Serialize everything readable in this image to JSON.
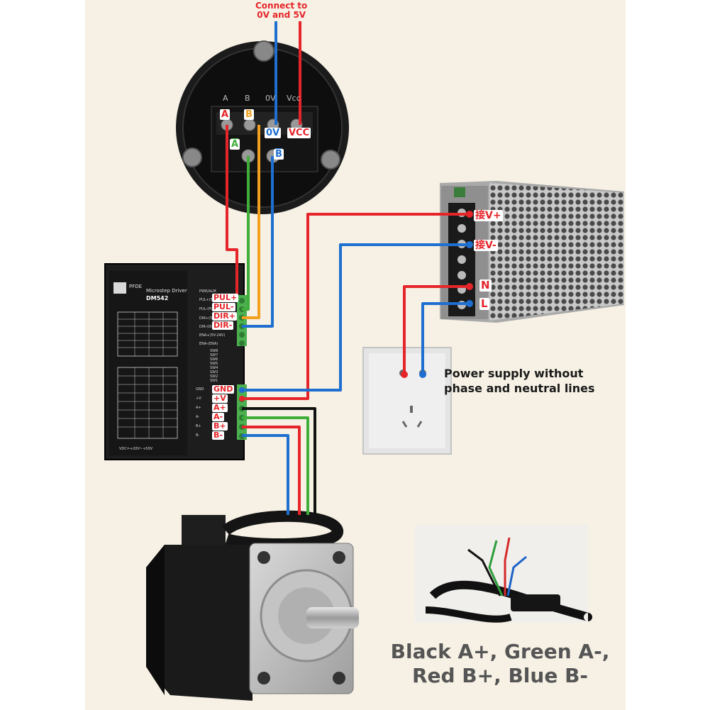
{
  "encoder": {
    "top_note_line1": "Connect to",
    "top_note_line2": "0V and 5V",
    "terminal_labels": [
      "A",
      "B",
      "0V",
      "Vcc"
    ],
    "wire_labels": {
      "a_plus": "A",
      "b_plus": "B",
      "zero_v": "0V",
      "vcc": "VCC",
      "a_minus": "A",
      "b_minus": "B"
    }
  },
  "driver": {
    "brand": "PFDE",
    "title": "Microstep Driver",
    "model": "DM542",
    "side_labels_top": [
      "PWR/ALM",
      "PUL+(5V)",
      "PUL-(PUL)",
      "DIR+(5V)",
      "DIR-(DIR)",
      "ENA+(5V-24V)",
      "ENA-(ENA)"
    ],
    "side_labels_mid": [
      "SW8",
      "SW7",
      "SW6",
      "SW5",
      "SW4",
      "SW3",
      "SW2",
      "SW1"
    ],
    "side_labels_bottom": [
      "GND",
      "+V",
      "A+",
      "A-",
      "B+",
      "B-"
    ],
    "signal_labels": [
      "PUL+",
      "PUL-",
      "DIR+",
      "DIR-"
    ],
    "power_labels": [
      "GND",
      "+V",
      "A+",
      "A-",
      "B+",
      "B-"
    ],
    "footer": "VDC=+20V~+50V"
  },
  "power_supply": {
    "v_plus": "接V+",
    "v_minus": "接V-",
    "n_label": "N",
    "l_label": "L"
  },
  "outlet": {
    "note_line1": "Power supply without",
    "note_line2": "phase and neutral lines"
  },
  "motor": {
    "caption_line1": "Black A+, Green A-,",
    "caption_line2": "Red B+, Blue B-"
  },
  "colors": {
    "red": "#e5252a",
    "green": "#3fae3a",
    "orange": "#f2a01e",
    "blue": "#1e6fd0",
    "black": "#111111",
    "background": "#f6f1e4"
  }
}
